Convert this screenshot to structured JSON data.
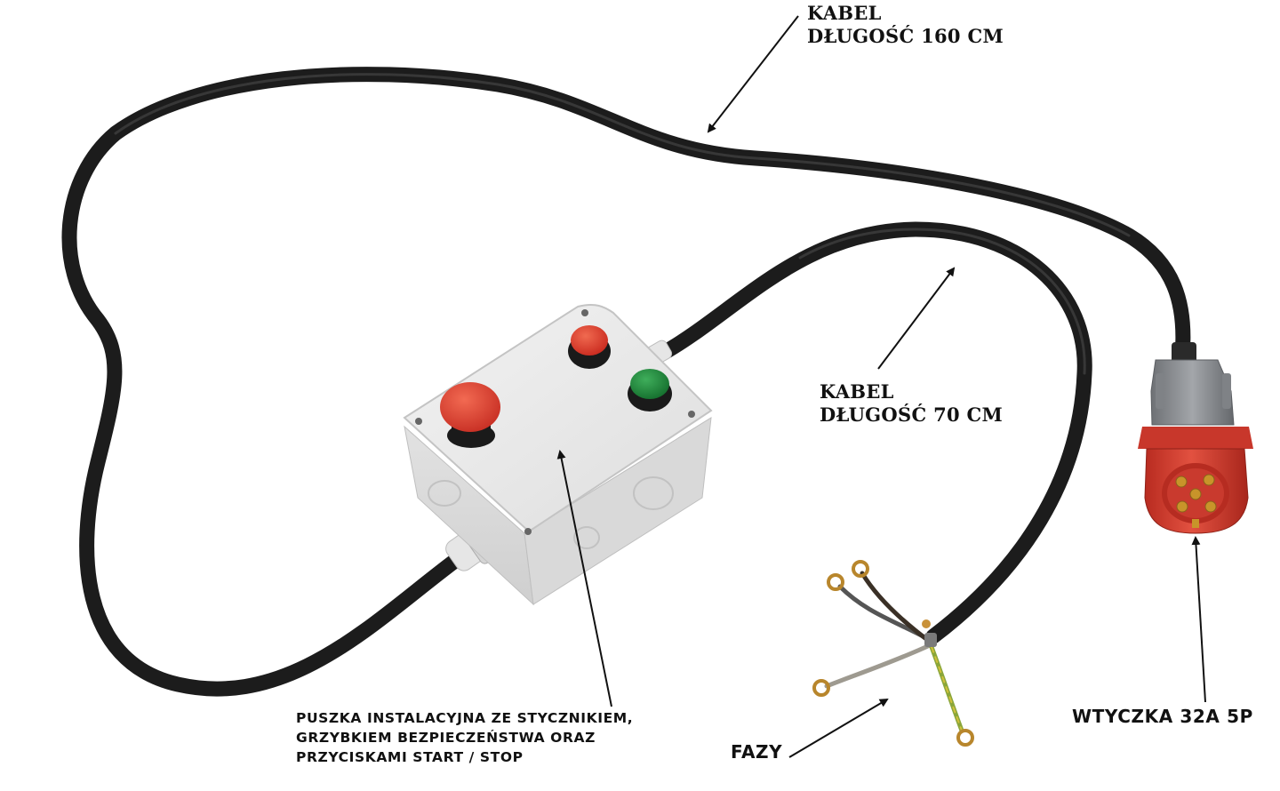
{
  "callouts": {
    "cable_long": {
      "line1": "KABEL",
      "line2": "DŁUGOŚĆ 160 CM"
    },
    "cable_short": {
      "line1": "KABEL",
      "line2": "DŁUGOŚĆ 70 CM"
    },
    "junction_box": {
      "line1": "PUSZKA INSTALACYJNA ZE STYCZNIKIEM,",
      "line2": "GRZYBKIEM BEZPIECZEŃSTWA ORAZ",
      "line3": "PRZYCISKAMI START / STOP"
    },
    "phases": "FAZY",
    "plug": "WTYCZKA 32A 5P"
  },
  "colors": {
    "background": "#ffffff",
    "cable": "#1c1c1c",
    "box": "#e4e4e4",
    "emergency_button": "#d8332a",
    "stop_button": "#e0412e",
    "start_button": "#1f8a3c",
    "plug_red": "#d23a2c",
    "plug_grey": "#8d9094",
    "pin_brass": "#c8942a",
    "arrow": "#111111"
  }
}
